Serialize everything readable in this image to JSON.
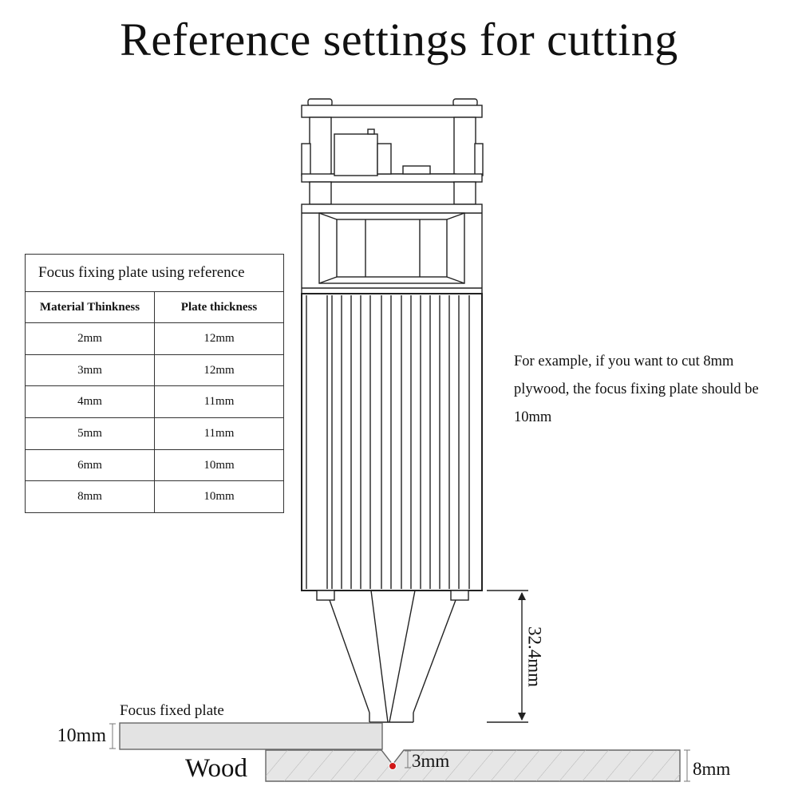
{
  "title": "Reference settings for cutting",
  "table": {
    "caption": "Focus fixing plate using reference",
    "headers": [
      "Material Thinkness",
      "Plate thickness"
    ],
    "rows": [
      [
        "2mm",
        "12mm"
      ],
      [
        "3mm",
        "12mm"
      ],
      [
        "4mm",
        "11mm"
      ],
      [
        "5mm",
        "11mm"
      ],
      [
        "6mm",
        "10mm"
      ],
      [
        "8mm",
        "10mm"
      ]
    ]
  },
  "example_text": "For example, if you want to cut 8mm plywood, the focus fixing plate should be 10mm",
  "labels": {
    "focus_distance": "32.4mm",
    "focus_plate": "Focus fixed plate",
    "plate_thickness": "10mm",
    "material": "Wood",
    "cut_depth": "3mm",
    "wood_thickness": "8mm"
  },
  "colors": {
    "focus_point": "#d01818",
    "plate_fill": "#e3e3e3",
    "wood_fill": "#e6e6e6"
  }
}
